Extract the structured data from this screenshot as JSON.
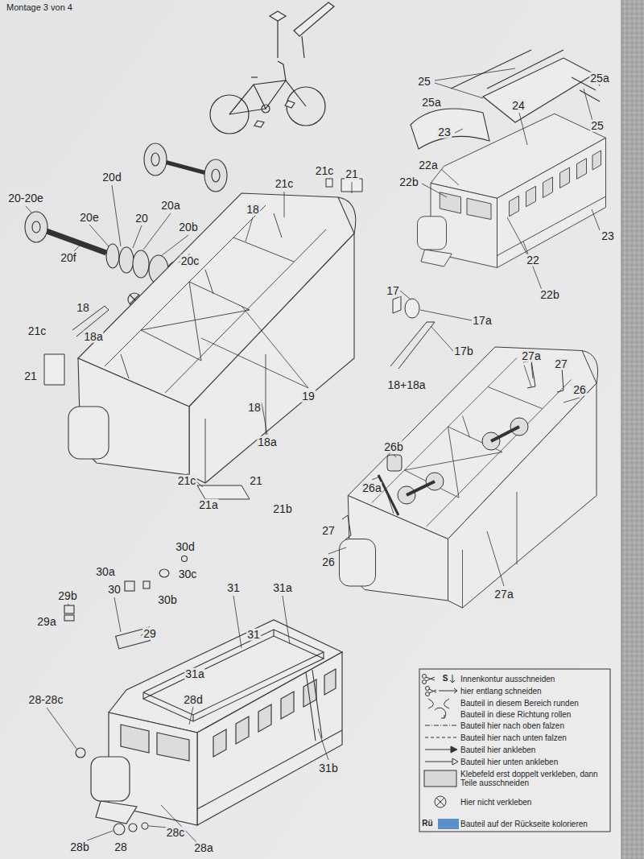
{
  "diagram": {
    "title": "Montage 3 von 4",
    "labels": [
      "25",
      "25a",
      "25a",
      "24",
      "25",
      "23",
      "23",
      "22a",
      "22b",
      "22",
      "22b",
      "20d",
      "21c",
      "21c",
      "21",
      "20-20e",
      "20a",
      "20e",
      "20",
      "18",
      "20b",
      "20f",
      "20c",
      "17",
      "18",
      "17a",
      "18a",
      "21c",
      "21",
      "17b",
      "18+18a",
      "19",
      "18",
      "18a",
      "21c",
      "21",
      "21a",
      "21b",
      "27a",
      "27",
      "26",
      "26b",
      "26a",
      "27",
      "26",
      "27a",
      "30d",
      "30a",
      "30c",
      "30",
      "30b",
      "29b",
      "29a",
      "29",
      "31",
      "31a",
      "31",
      "31a",
      "28-28c",
      "28d",
      "31b",
      "28b",
      "28",
      "28c",
      "28a",
      "S",
      "Rü"
    ],
    "legend": [
      {
        "text": "Innenkontur ausschneiden"
      },
      {
        "text": "hier entlang schneiden"
      },
      {
        "text": "Bauteil in diesem Bereich runden"
      },
      {
        "text": "Bauteil in diese Richtung rollen"
      },
      {
        "text": "Bauteil hier nach oben falzen"
      },
      {
        "text": "Bauteil hier nach unten falzen"
      },
      {
        "text": "Bauteil hier ankleben"
      },
      {
        "text": "Bauteil hier unten ankleben"
      },
      {
        "text": "Klebefeld erst doppelt verkleben, dann Teile ausschneiden"
      },
      {
        "text": "Hier nicht verkleben"
      },
      {
        "text": "Bauteil auf der Rückseite kolorieren",
        "color": "#5b8fc9"
      }
    ]
  }
}
